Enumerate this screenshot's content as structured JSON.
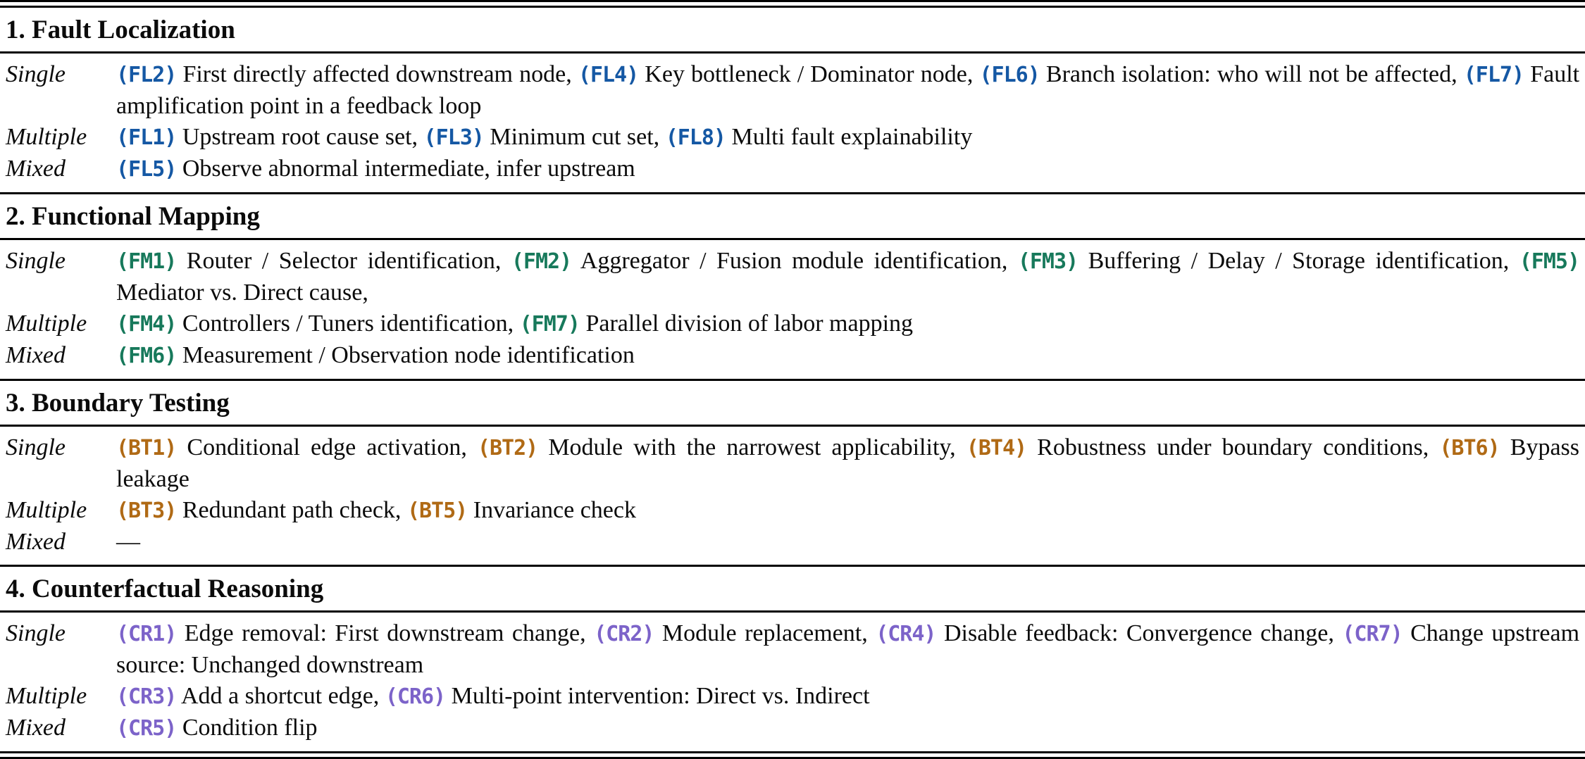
{
  "palette": {
    "fault_localization_blue": "#1558A4",
    "functional_mapping_green": "#17795B",
    "boundary_testing_orange": "#B06A15",
    "counterfactual_reasoning_purple": "#7C63C9",
    "rule_color": "#000000"
  },
  "sections": [
    {
      "title": "1. Fault Localization",
      "code_color": "#1558A4",
      "rows": [
        {
          "label": "Single",
          "items": [
            {
              "code": "(FL2)",
              "text": "First directly affected downstream node,"
            },
            {
              "code": "(FL4)",
              "text": "Key bottleneck / Dominator node,"
            },
            {
              "code": "(FL6)",
              "text": "Branch isolation: who will not be affected,"
            },
            {
              "code": "(FL7)",
              "text": "Fault amplification point in a feedback loop"
            }
          ]
        },
        {
          "label": "Multiple",
          "items": [
            {
              "code": "(FL1)",
              "text": "Upstream root cause set,"
            },
            {
              "code": "(FL3)",
              "text": "Minimum cut set,"
            },
            {
              "code": "(FL8)",
              "text": "Multi fault explainability"
            }
          ]
        },
        {
          "label": "Mixed",
          "items": [
            {
              "code": "(FL5)",
              "text": "Observe abnormal intermediate, infer upstream"
            }
          ]
        }
      ]
    },
    {
      "title": "2. Functional Mapping",
      "code_color": "#17795B",
      "rows": [
        {
          "label": "Single",
          "items": [
            {
              "code": "(FM1)",
              "text": "Router / Selector identification,"
            },
            {
              "code": "(FM2)",
              "text": "Aggregator / Fusion module identification,"
            },
            {
              "code": "(FM3)",
              "text": "Buffering / Delay / Storage identification,"
            },
            {
              "code": "(FM5)",
              "text": "Mediator vs. Direct cause,"
            }
          ]
        },
        {
          "label": "Multiple",
          "items": [
            {
              "code": "(FM4)",
              "text": "Controllers / Tuners identification,"
            },
            {
              "code": "(FM7)",
              "text": "Parallel division of labor mapping"
            }
          ]
        },
        {
          "label": "Mixed",
          "items": [
            {
              "code": "(FM6)",
              "text": "Measurement / Observation node identification"
            }
          ]
        }
      ]
    },
    {
      "title": "3. Boundary Testing",
      "code_color": "#B06A15",
      "rows": [
        {
          "label": "Single",
          "items": [
            {
              "code": "(BT1)",
              "text": "Conditional edge activation,"
            },
            {
              "code": "(BT2)",
              "text": "Module with the narrowest applicability,"
            },
            {
              "code": "(BT4)",
              "text": "Robustness under boundary conditions,"
            },
            {
              "code": "(BT6)",
              "text": "Bypass leakage"
            }
          ]
        },
        {
          "label": "Multiple",
          "items": [
            {
              "code": "(BT3)",
              "text": "Redundant path check,"
            },
            {
              "code": "(BT5)",
              "text": "Invariance check"
            }
          ]
        },
        {
          "label": "Mixed",
          "empty_marker": "—",
          "items": []
        }
      ]
    },
    {
      "title": "4. Counterfactual Reasoning",
      "code_color": "#7C63C9",
      "rows": [
        {
          "label": "Single",
          "items": [
            {
              "code": "(CR1)",
              "text": "Edge removal: First downstream change,"
            },
            {
              "code": "(CR2)",
              "text": "Module replacement,"
            },
            {
              "code": "(CR4)",
              "text": "Disable feedback: Convergence change,"
            },
            {
              "code": "(CR7)",
              "text": "Change upstream source: Unchanged downstream"
            }
          ]
        },
        {
          "label": "Multiple",
          "items": [
            {
              "code": "(CR3)",
              "text": "Add a shortcut edge,"
            },
            {
              "code": "(CR6)",
              "text": "Multi-point intervention: Direct vs. Indirect"
            }
          ]
        },
        {
          "label": "Mixed",
          "items": [
            {
              "code": "(CR5)",
              "text": "Condition flip"
            }
          ]
        }
      ]
    }
  ]
}
